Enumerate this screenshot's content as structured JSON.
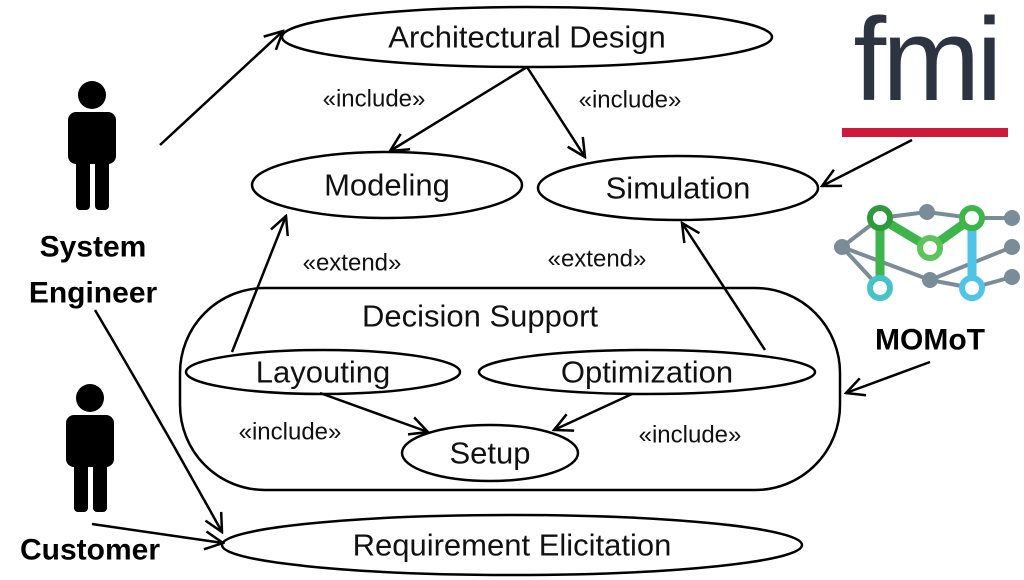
{
  "actors": {
    "system_engineer": [
      "System",
      "Engineer"
    ],
    "customer": "Customer"
  },
  "use_cases": {
    "architectural_design": "Architectural Design",
    "modeling": "Modeling",
    "simulation": "Simulation",
    "decision_support": "Decision Support",
    "layouting": "Layouting",
    "optimization": "Optimization",
    "setup": "Setup",
    "requirement_elicitation": "Requirement Elicitation"
  },
  "stereotypes": {
    "include_modeling": "«include»",
    "include_simulation": "«include»",
    "extend_modeling": "«extend»",
    "extend_simulation": "«extend»",
    "include_layouting_setup": "«include»",
    "include_optimization_setup": "«include»"
  },
  "tools": {
    "fmi": "fmi",
    "momot": "MOMoT"
  },
  "colors": {
    "fmi_text": "#2b3440",
    "fmi_bar": "#d0183a",
    "momot_green": "#3db54a",
    "momot_blue": "#4fc3e8",
    "momot_gray": "#7b8c99"
  }
}
